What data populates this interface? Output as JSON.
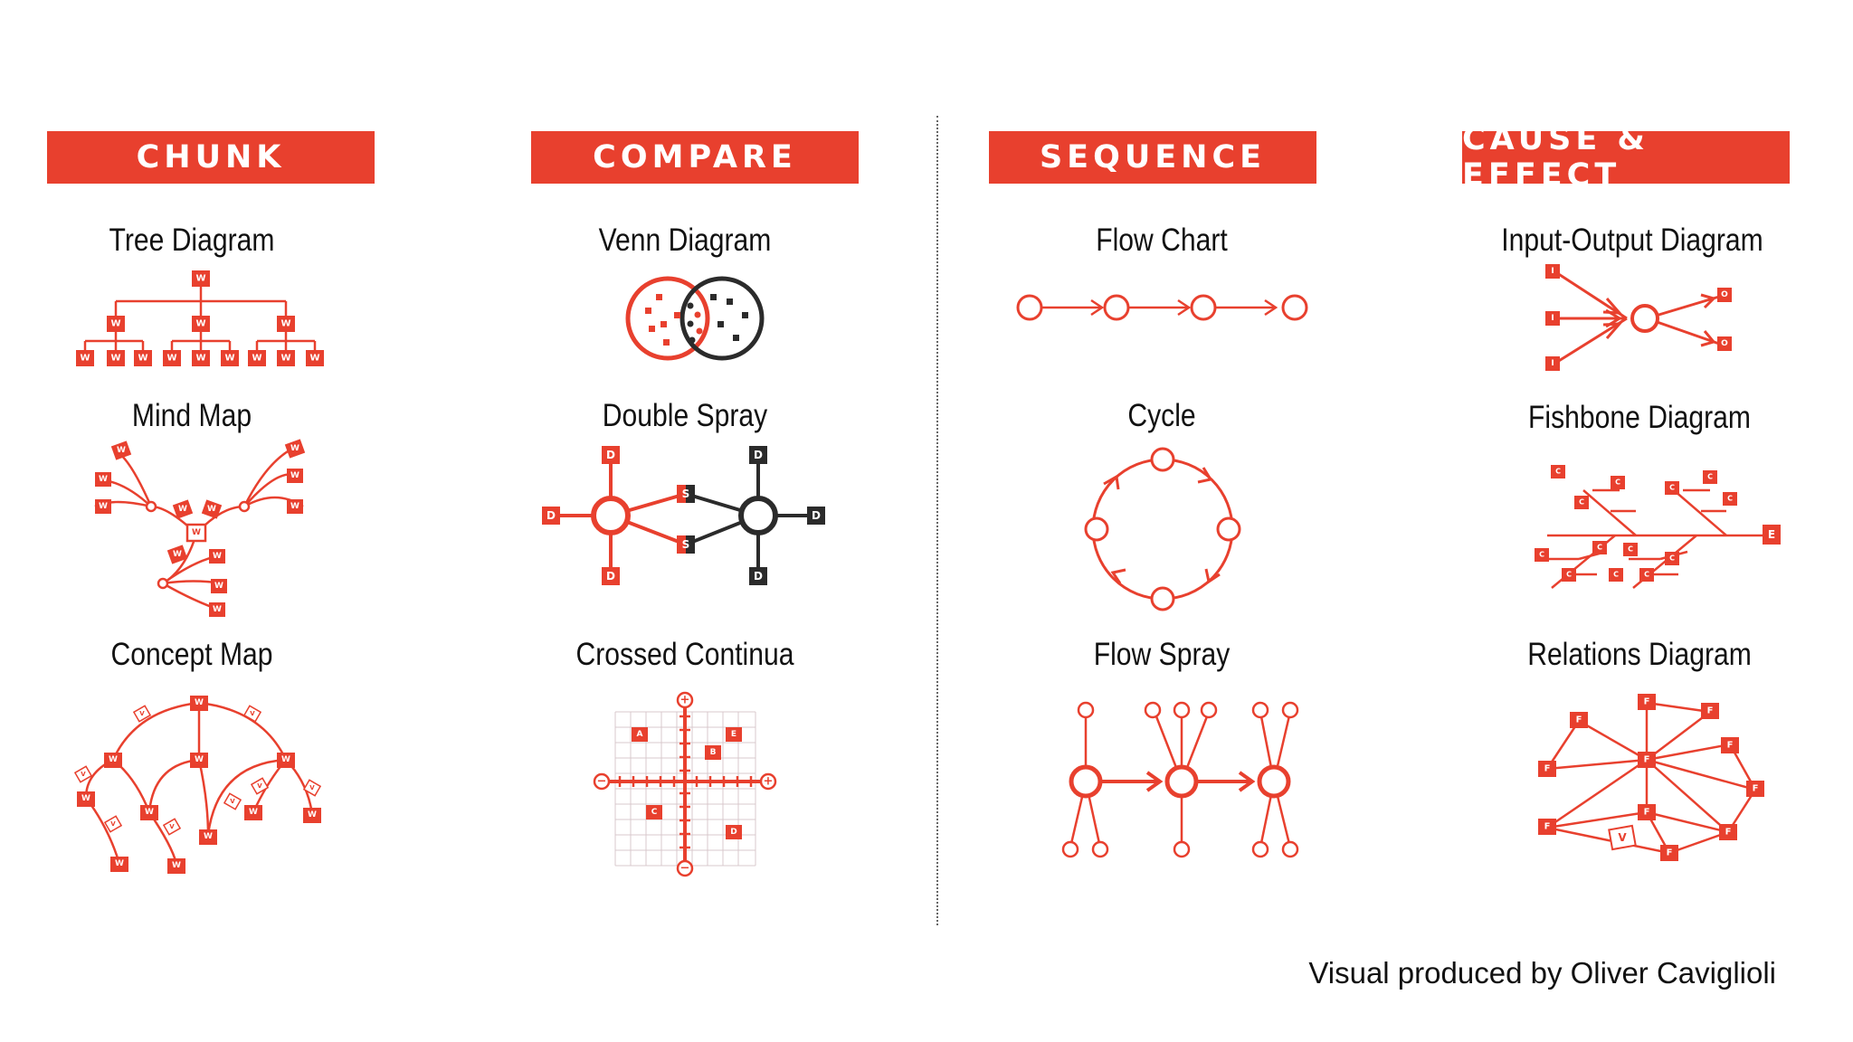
{
  "colors": {
    "accent": "#e8402e",
    "dark": "#2b2b2b"
  },
  "columns": [
    {
      "header": "CHUNK",
      "diagrams": [
        "Tree Diagram",
        "Mind Map",
        "Concept Map"
      ]
    },
    {
      "header": "COMPARE",
      "diagrams": [
        "Venn Diagram",
        "Double Spray",
        "Crossed Continua"
      ]
    },
    {
      "header": "SEQUENCE",
      "diagrams": [
        "Flow Chart",
        "Cycle",
        "Flow Spray"
      ]
    },
    {
      "header": "CAUSE & EFFECT",
      "diagrams": [
        "Input-Output Diagram",
        "Fishbone Diagram",
        "Relations Diagram"
      ]
    }
  ],
  "credit": "Visual produced by Oliver Caviglioli",
  "icon_letters": {
    "tree": "W",
    "mind": "W",
    "concept": "W",
    "concept_links": "V",
    "double_spray_diff": "D",
    "double_spray_same": "S",
    "continua": [
      "A",
      "B",
      "C",
      "D",
      "E"
    ],
    "continua_poles": [
      "+",
      "−"
    ],
    "io_in": "I",
    "io_out": "O",
    "fish_cause": "C",
    "fish_effect": "E",
    "relations": "F",
    "relations_link": "V"
  }
}
